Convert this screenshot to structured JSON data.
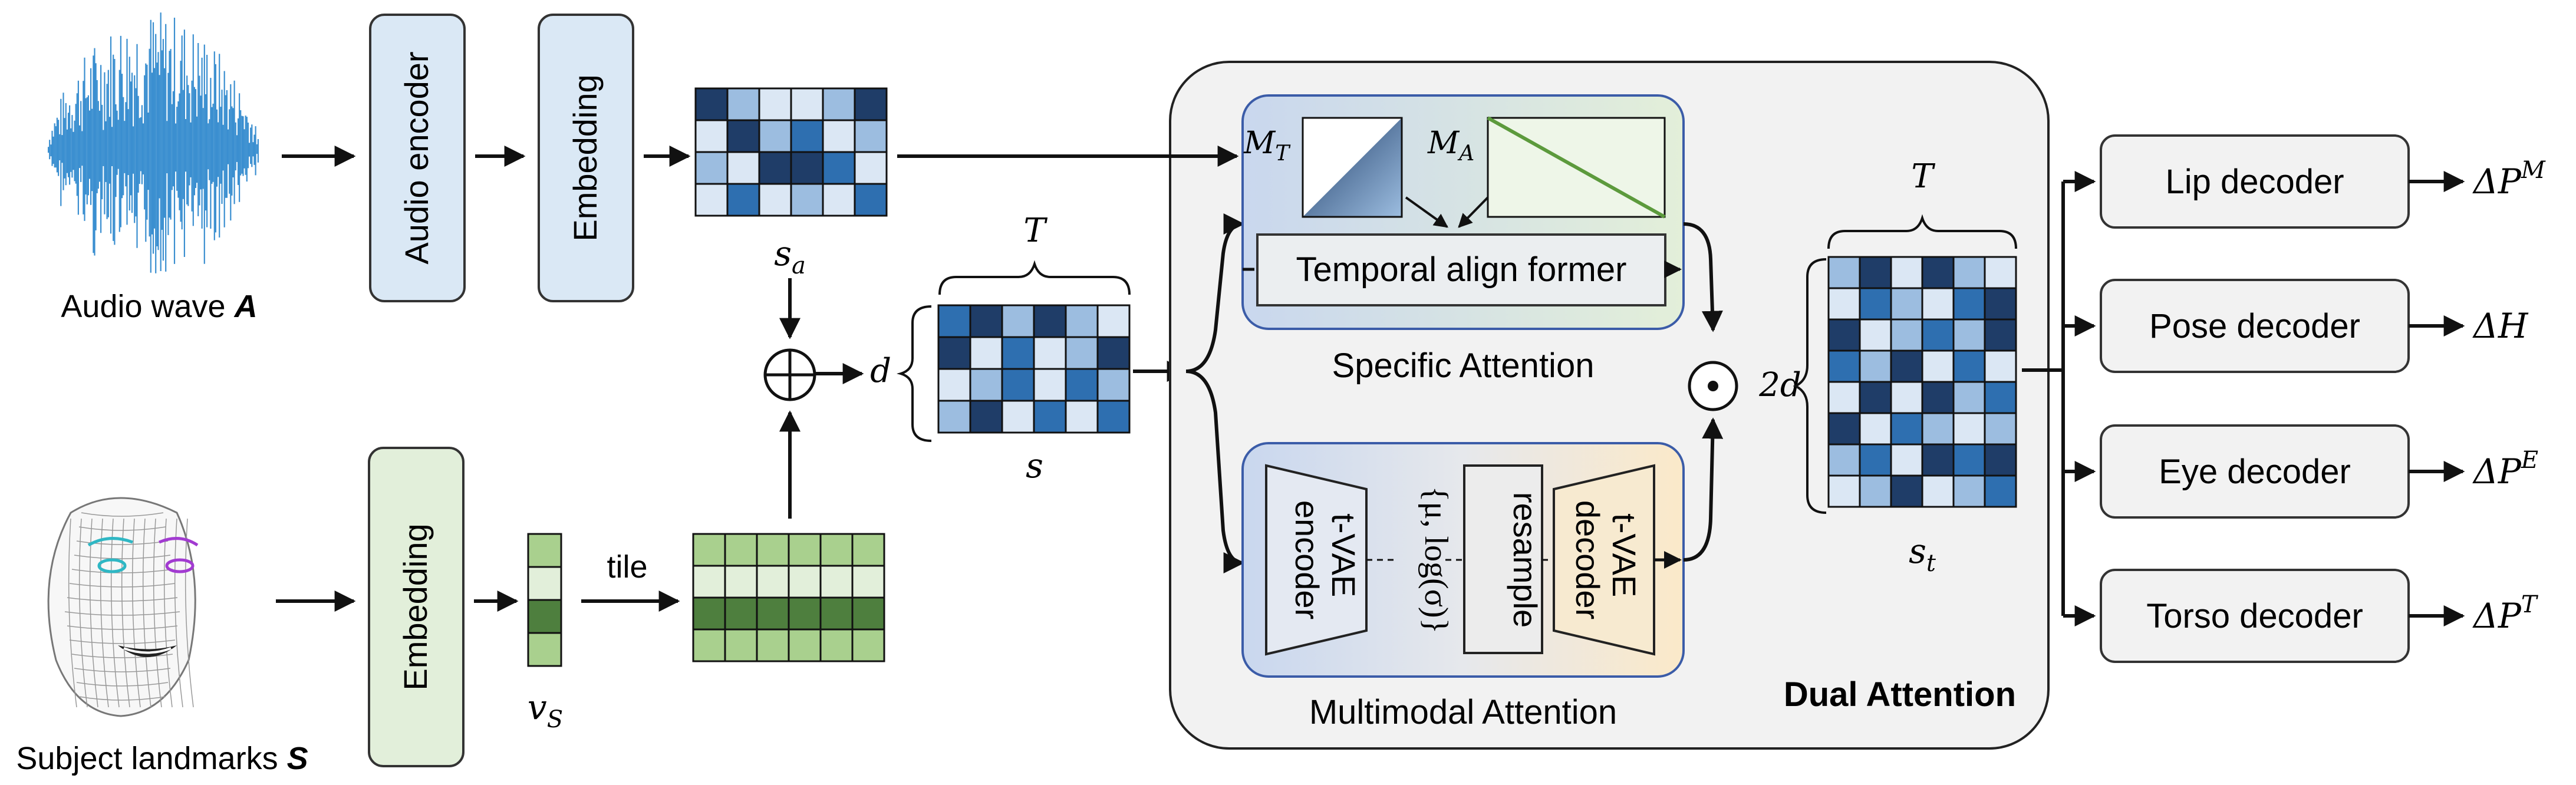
{
  "inputs": {
    "audio_label": "Audio wave",
    "audio_symbol": "A",
    "subject_label": "Subject landmarks",
    "subject_symbol": "S"
  },
  "blocks": {
    "audio_encoder": "Audio encoder",
    "embedding_audio": "Embedding",
    "embedding_subject": "Embedding",
    "tile": "tile",
    "temporal_align_former": "Temporal align former",
    "specific_attention": "Specific Attention",
    "multimodal_attention": "Multimodal Attention",
    "dual_attention": "Dual Attention",
    "tvae_encoder_line1": "t-VAE",
    "tvae_encoder_line2": "encoder",
    "latent_params": "{μ, log(σ)}",
    "resample": "resample",
    "tvae_decoder_line1": "t-VAE",
    "tvae_decoder_line2": "decoder"
  },
  "symbols": {
    "s_a_base": "s",
    "s_a_sub": "a",
    "v_s_base": "v",
    "v_s_sub": "S",
    "s": "s",
    "s_t_base": "s",
    "s_t_sub": "t",
    "d": "d",
    "T_top": "T",
    "T_right": "T",
    "two_d": "2d",
    "M_T_base": "M",
    "M_T_sub": "T",
    "M_A_base": "M",
    "M_A_sub": "A",
    "oplus": "⊕",
    "odot": "⊙"
  },
  "decoders": [
    {
      "label": "Lip decoder",
      "out_base": "ΔP",
      "out_sup": "M"
    },
    {
      "label": "Pose decoder",
      "out_base": "ΔH",
      "out_sup": ""
    },
    {
      "label": "Eye decoder",
      "out_base": "ΔP",
      "out_sup": "E"
    },
    {
      "label": "Torso decoder",
      "out_base": "ΔP",
      "out_sup": "T"
    }
  ],
  "colors": {
    "blue_dark": "#1f3d68",
    "blue_mid": "#2e6fb0",
    "blue_light": "#9cbde0",
    "blue_pale": "#dbe7f4",
    "green_dark": "#4e7f3e",
    "green_mid": "#a9d08e",
    "green_pale": "#e2efda",
    "audio_wave": "#3b8fd0",
    "encoder_fill": "#dae8f5",
    "embed_green_fill": "#e2efda",
    "decoder_fill": "#f2f2f2",
    "dual_fill": "#f2f2f2"
  },
  "matrices": {
    "s_a": [
      [
        3,
        1,
        0,
        0,
        1,
        3
      ],
      [
        0,
        3,
        1,
        2,
        0,
        1
      ],
      [
        1,
        0,
        3,
        3,
        2,
        0
      ],
      [
        0,
        2,
        0,
        1,
        0,
        2
      ]
    ],
    "s": [
      [
        2,
        3,
        1,
        3,
        1,
        0
      ],
      [
        3,
        0,
        2,
        0,
        1,
        3
      ],
      [
        0,
        1,
        2,
        0,
        2,
        1
      ],
      [
        1,
        3,
        0,
        2,
        0,
        2
      ]
    ],
    "s_t": [
      [
        1,
        3,
        0,
        3,
        1,
        0
      ],
      [
        0,
        2,
        1,
        0,
        2,
        3
      ],
      [
        3,
        0,
        1,
        2,
        1,
        3
      ],
      [
        2,
        1,
        3,
        0,
        2,
        0
      ],
      [
        0,
        3,
        0,
        3,
        1,
        2
      ],
      [
        3,
        0,
        2,
        1,
        0,
        1
      ],
      [
        1,
        2,
        0,
        3,
        2,
        3
      ],
      [
        0,
        1,
        3,
        0,
        1,
        2
      ]
    ],
    "tile_rows": [
      1,
      0,
      3,
      2
    ],
    "v_s": [
      1,
      0,
      3,
      2
    ]
  }
}
